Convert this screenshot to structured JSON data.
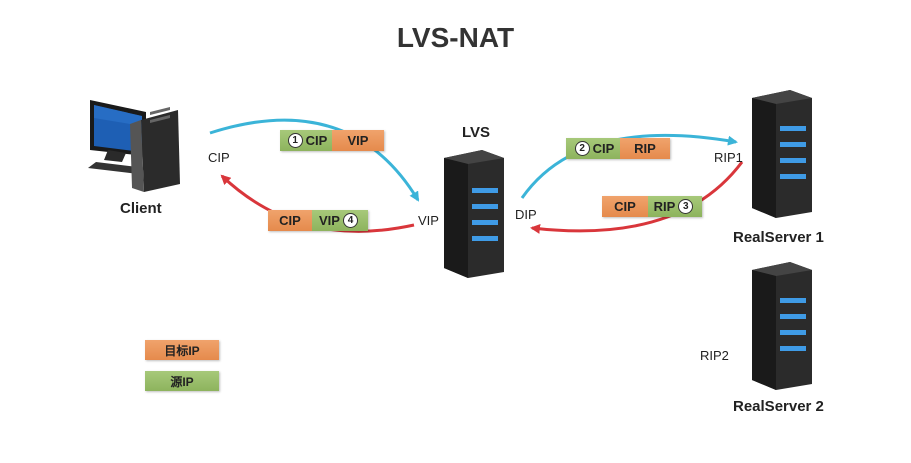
{
  "title": "LVS-NAT",
  "nodes": {
    "client": "Client",
    "lvs": "LVS",
    "realserver1": "RealServer 1",
    "realserver2": "RealServer 2"
  },
  "addresses": {
    "cip": "CIP",
    "vip": "VIP",
    "dip": "DIP",
    "rip1": "RIP1",
    "rip2": "RIP2"
  },
  "packets": {
    "p1": {
      "step": "1",
      "src": "CIP",
      "dst": "VIP"
    },
    "p2": {
      "step": "2",
      "src": "CIP",
      "dst": "RIP"
    },
    "p3": {
      "step": "3",
      "dst": "CIP",
      "src": "RIP"
    },
    "p4": {
      "step": "4",
      "dst": "CIP",
      "src": "VIP"
    }
  },
  "legend": {
    "dest": "目标IP",
    "src": "源IP"
  },
  "colors": {
    "request_arrow": "#3bb4d8",
    "response_arrow": "#d9363b",
    "dest_ip": "#e8904f",
    "src_ip": "#96bb65"
  }
}
